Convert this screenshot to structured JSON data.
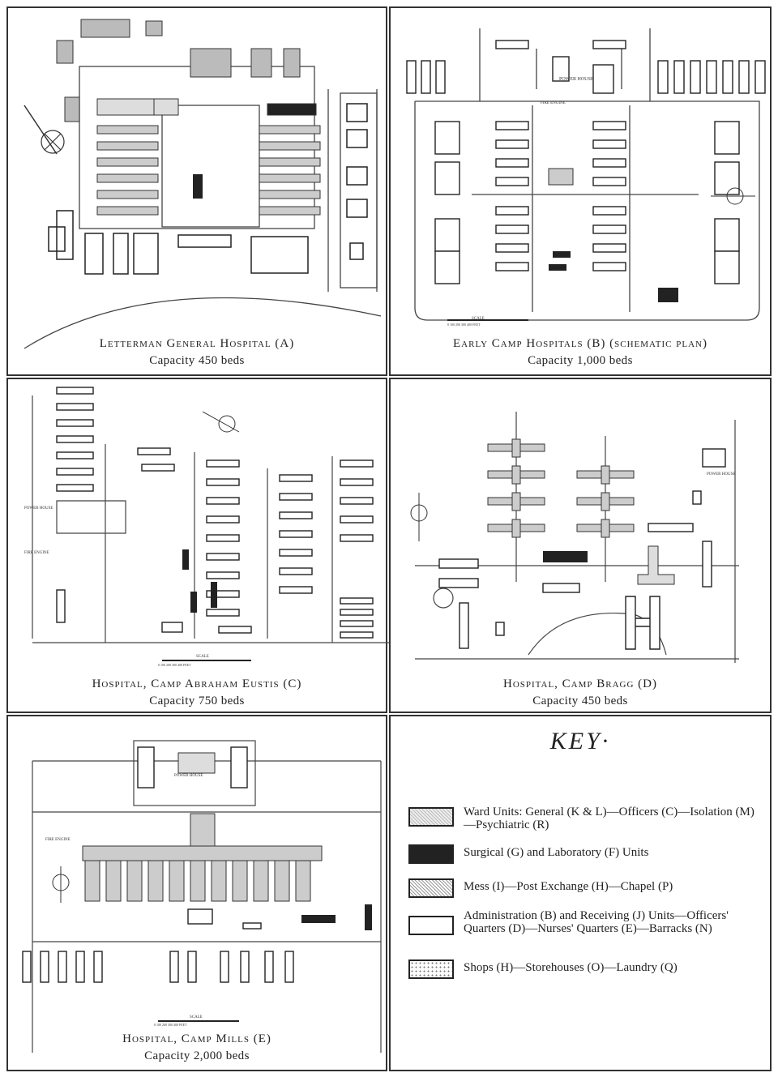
{
  "panels": {
    "a": {
      "title": "Letterman General Hospital (A)",
      "capacity": "Capacity 450 beds"
    },
    "b": {
      "title": "Early Camp Hospitals (B) (schematic plan)",
      "capacity": "Capacity 1,000 beds",
      "labels": {
        "power_house": "POWER HOUSE",
        "fire_engine": "FIRE ENGINE",
        "scale": "SCALE",
        "scale_ticks": "0   100   200   300   400 FEET"
      }
    },
    "c": {
      "title": "Hospital, Camp Abraham Eustis (C)",
      "capacity": "Capacity 750 beds",
      "labels": {
        "power_house": "POWER HOUSE",
        "fire_engine": "FIRE ENGINE",
        "scale": "SCALE",
        "scale_ticks": "0   100   200   300   400 FEET"
      }
    },
    "d": {
      "title": "Hospital, Camp Bragg (D)",
      "capacity": "Capacity 450 beds",
      "labels": {
        "power_house": "POWER HOUSE"
      }
    },
    "e": {
      "title": "Hospital, Camp Mills (E)",
      "capacity": "Capacity 2,000 beds",
      "labels": {
        "power_house": "POWER HOUSE",
        "fire_engine": "FIRE ENGINE",
        "scale": "SCALE",
        "scale_ticks": "0   100   200   300   400 FEET"
      }
    }
  },
  "key": {
    "title": "KEY·",
    "items": [
      {
        "pattern": "ward",
        "text": "Ward Units: General (K & L)—Officers (C)—Isolation (M)—Psychiatric (R)"
      },
      {
        "pattern": "surg",
        "text": "Surgical (G) and Laboratory (F) Units"
      },
      {
        "pattern": "mess",
        "text": "Mess (I)—Post Exchange (H)—Chapel (P)"
      },
      {
        "pattern": "admin",
        "text": "Administration (B) and Receiving (J) Units—Officers' Quarters (D)—Nurses' Quarters (E)—Barracks (N)"
      },
      {
        "pattern": "shop",
        "text": "Shops (H)—Storehouses (O)—Laundry (Q)"
      }
    ]
  }
}
